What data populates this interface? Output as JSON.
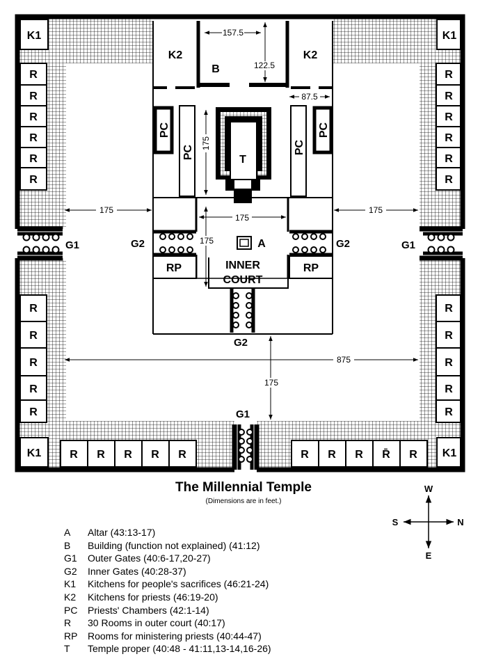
{
  "plan": {
    "dims": {
      "outer_width": "875",
      "gate_to_gate": "175",
      "court_width": "175",
      "court_depth": "175",
      "temple_depth": "175",
      "b_width": "157.5",
      "b_depth": "122.5",
      "pc_width": "87.5"
    },
    "labels": {
      "k1": "K1",
      "k2": "K2",
      "b": "B",
      "pc": "PC",
      "r": "R",
      "r_bar": "R̄",
      "rp": "RP",
      "t": "T",
      "a": "A",
      "g1": "G1",
      "g2": "G2",
      "court_line1": "INNER",
      "court_line2": "COURT"
    },
    "compass": {
      "w": "W",
      "s": "S",
      "n": "N",
      "e": "E"
    }
  },
  "title": "The Millennial Temple",
  "subtitle": "(Dimensions are in feet.)",
  "legend": [
    {
      "code": "A",
      "text": "Altar (43:13-17)"
    },
    {
      "code": "B",
      "text": "Building (function not explained) (41:12)"
    },
    {
      "code": "G1",
      "text": "Outer Gates (40:6-17,20-27)"
    },
    {
      "code": "G2",
      "text": "Inner Gates (40:28-37)"
    },
    {
      "code": "K1",
      "text": "Kitchens for people's sacrifices (46:21-24)"
    },
    {
      "code": "K2",
      "text": "Kitchens for priests (46:19-20)"
    },
    {
      "code": "PC",
      "text": "Priests' Chambers (42:1-14)"
    },
    {
      "code": "R",
      "text": "30 Rooms in outer court (40:17)"
    },
    {
      "code": "RP",
      "text": "Rooms for ministering priests (40:44-47)"
    },
    {
      "code": "T",
      "text": "Temple proper (40:48 - 41:11,13-14,16-26)"
    }
  ]
}
